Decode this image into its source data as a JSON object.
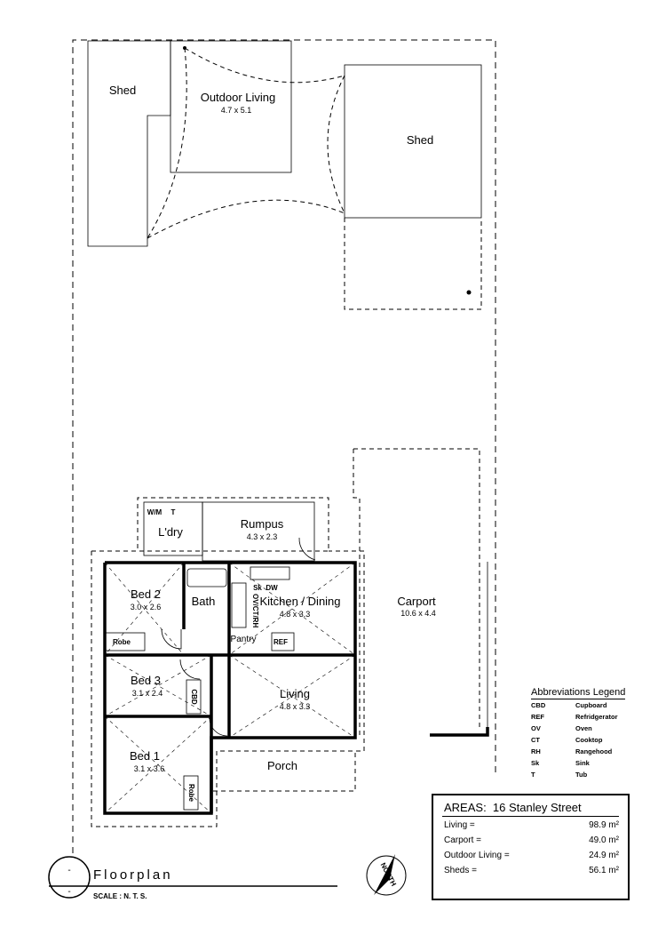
{
  "rooms": {
    "shed_left": {
      "name": "Shed"
    },
    "outdoor_living": {
      "name": "Outdoor Living",
      "size": "4.7 x 5.1"
    },
    "shed_right": {
      "name": "Shed"
    },
    "rumpus": {
      "name": "Rumpus",
      "size": "4.3 x 2.3"
    },
    "laundry": {
      "name": "L'dry"
    },
    "bed2": {
      "name": "Bed 2",
      "size": "3.0 x 2.6"
    },
    "bath": {
      "name": "Bath"
    },
    "kitchen": {
      "name": "Kitchen / Dining",
      "size": "4.8 x 3.3"
    },
    "carport": {
      "name": "Carport",
      "size": "10.6 x 4.4"
    },
    "bed3": {
      "name": "Bed 3",
      "size": "3.1 x 2.4"
    },
    "living": {
      "name": "Living",
      "size": "4.8 x 3.3"
    },
    "bed1": {
      "name": "Bed 1",
      "size": "3.1 x 3.6"
    },
    "porch": {
      "name": "Porch"
    }
  },
  "fixtures": {
    "wm": "W/M",
    "tub": "T",
    "robe_bed2": "Robe",
    "robe_bed1": "Robe",
    "cbd": "CBD",
    "pantry": "Pantry",
    "ref": "REF",
    "sk": "Sk",
    "dw": "DW",
    "ov_ct_rh": "OV/CT/RH"
  },
  "abbreviations": {
    "title": "Abbreviations Legend",
    "items": [
      {
        "code": "CBD",
        "meaning": "Cupboard"
      },
      {
        "code": "REF",
        "meaning": "Refridgerator"
      },
      {
        "code": "OV",
        "meaning": "Oven"
      },
      {
        "code": "CT",
        "meaning": "Cooktop"
      },
      {
        "code": "RH",
        "meaning": "Rangehood"
      },
      {
        "code": "Sk",
        "meaning": "Sink"
      },
      {
        "code": "T",
        "meaning": "Tub"
      }
    ]
  },
  "areas": {
    "title": "AREAS:",
    "address": "16 Stanley Street",
    "rows": [
      {
        "label": "Living =",
        "value": "98.9 m²"
      },
      {
        "label": "Carport =",
        "value": "49.0 m²"
      },
      {
        "label": "Outdoor Living =",
        "value": "24.9 m²"
      },
      {
        "label": "Sheds =",
        "value": "56.1 m²"
      }
    ]
  },
  "title_block": {
    "title": "Floorplan",
    "scale": "SCALE : N. T. S.",
    "north_label": "NORTH"
  }
}
